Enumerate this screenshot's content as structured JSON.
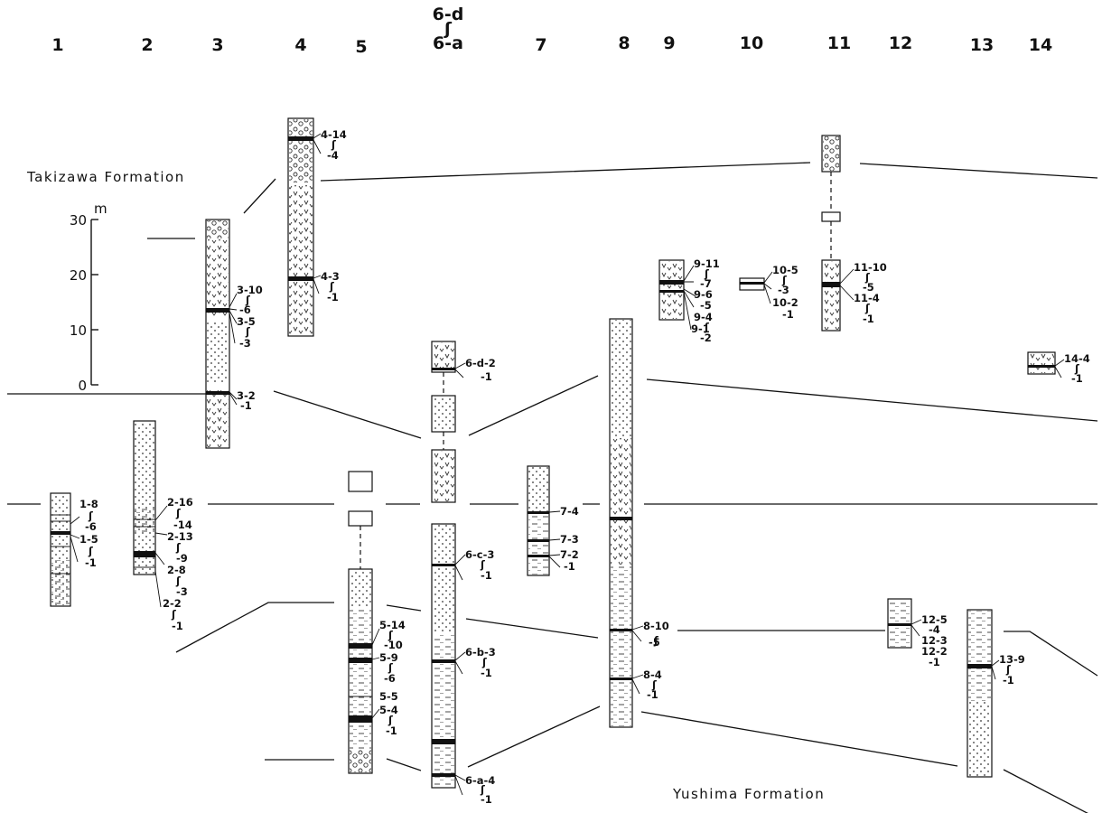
{
  "column_numbers": [
    "1",
    "2",
    "3",
    "4",
    "5",
    "6-d",
    "6-a",
    "7",
    "8",
    "9",
    "10",
    "11",
    "12",
    "13",
    "14"
  ],
  "column_6_range_mark": "ʃ",
  "formations": {
    "upper": "Takizawa Formation",
    "lower": "Yushima Formation"
  },
  "scale": {
    "unit": "m",
    "ticks": [
      "30",
      "20",
      "10",
      "0"
    ]
  },
  "sample_labels": {
    "c1": [
      "1-8",
      "ʃ",
      "-6",
      "1-5",
      "ʃ",
      "-1"
    ],
    "c2": [
      "2-16",
      "ʃ",
      "-14",
      "2-13",
      "ʃ",
      "-9",
      "2-8",
      "ʃ",
      "-3",
      "2-2",
      "ʃ",
      "-1"
    ],
    "c3a": [
      "3-10",
      "ʃ",
      "-6",
      "3-5",
      "ʃ",
      "-3"
    ],
    "c3b": [
      "3-2",
      "-1"
    ],
    "c4a": [
      "4-14",
      "ʃ",
      "-4"
    ],
    "c4b": [
      "4-3",
      "ʃ",
      "-1"
    ],
    "c5": [
      "5-14",
      "ʃ",
      "-10",
      "5-9",
      "ʃ",
      "-6",
      "5-5",
      "5-4",
      "ʃ",
      "-1"
    ],
    "c6d": [
      "6-d-2",
      "-1"
    ],
    "c6c": [
      "6-c-3",
      "ʃ",
      "-1"
    ],
    "c6b": [
      "6-b-3",
      "ʃ",
      "-1"
    ],
    "c6a": [
      "6-a-4",
      "ʃ",
      "-1"
    ],
    "c7": [
      "7-4",
      "7-3",
      "7-2",
      "-1"
    ],
    "c8a": [
      "8-10",
      "ʃ",
      "-5"
    ],
    "c8b": [
      "8-4",
      "ʃ",
      "-1"
    ],
    "c9": [
      "9-11",
      "ʃ",
      "-7",
      "9-6",
      "-5",
      "9-4",
      "ʃ",
      "-2",
      "9-1"
    ],
    "c10": [
      "10-5",
      "ʃ",
      "-3",
      "10-2",
      "-1"
    ],
    "c11": [
      "11-10",
      "ʃ",
      "-5",
      "11-4",
      "ʃ",
      "-1"
    ],
    "c12": [
      "12-5",
      "-4",
      "12-3",
      "12-2",
      "-1"
    ],
    "c13": [
      "13-9",
      "ʃ",
      "-1"
    ],
    "c14": [
      "14-4",
      "ʃ",
      "-1"
    ]
  }
}
